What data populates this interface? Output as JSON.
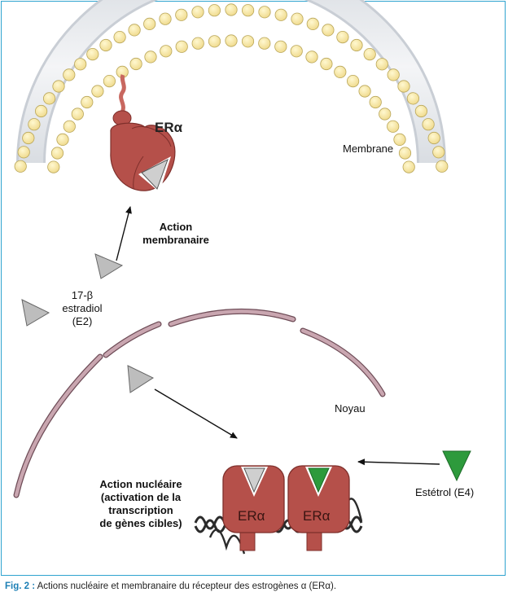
{
  "labels": {
    "membrane": "Membrane",
    "era_membrane": "ERα",
    "action_membranaire_l1": "Action",
    "action_membranaire_l2": "membranaire",
    "estradiol_l1": "17-β",
    "estradiol_l2": "estradiol",
    "estradiol_l3": "(E2)",
    "noyau": "Noyau",
    "estetrol": "Estétrol (E4)",
    "action_nucleaire_l1": "Action nucléaire",
    "action_nucleaire_l2": "(activation de la",
    "action_nucleaire_l3": "transcription",
    "action_nucleaire_l4": "de gènes cibles)",
    "era_nuclear_left": "ERα",
    "era_nuclear_right": "ERα"
  },
  "caption": {
    "label": "Fig. 2 :",
    "text": " Actions nucléaire et membranaire du récepteur des estrogènes α (ERα)."
  },
  "colors": {
    "frame": "#2fa3cf",
    "lipid_head": "#f5e6a0",
    "lipid_head_stroke": "#b9a65a",
    "receptor": "#b5504a",
    "receptor_dark": "#7e2f2b",
    "nucleus": "#c9a6b0",
    "nucleus_stroke": "#6e4c57",
    "estetrol": "#2d9a3c",
    "dna": "#2b2b2b"
  }
}
